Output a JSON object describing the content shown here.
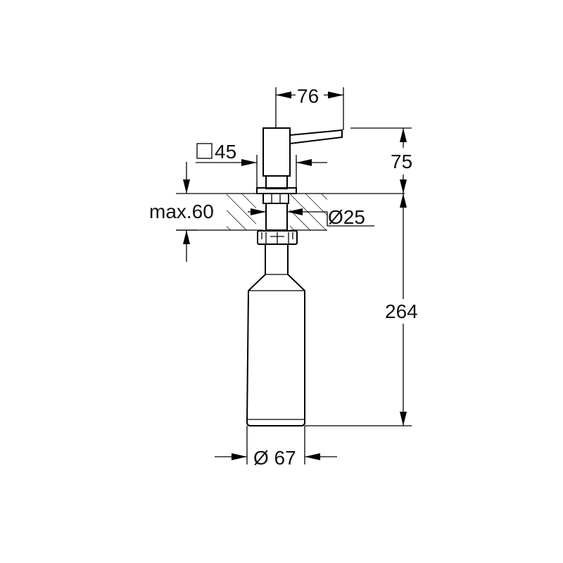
{
  "drawing": {
    "subject": "soap dispenser installation dimensions",
    "line_color": "#000000",
    "background": "#ffffff",
    "units": "mm"
  },
  "dimensions": {
    "spout_length": "76",
    "head_height": "75",
    "square_head": "45",
    "square_symbol": "□",
    "max_thickness": "max.60",
    "hole_diameter": "Ø25",
    "total_depth": "264",
    "bottle_diameter": "Ø 67"
  }
}
